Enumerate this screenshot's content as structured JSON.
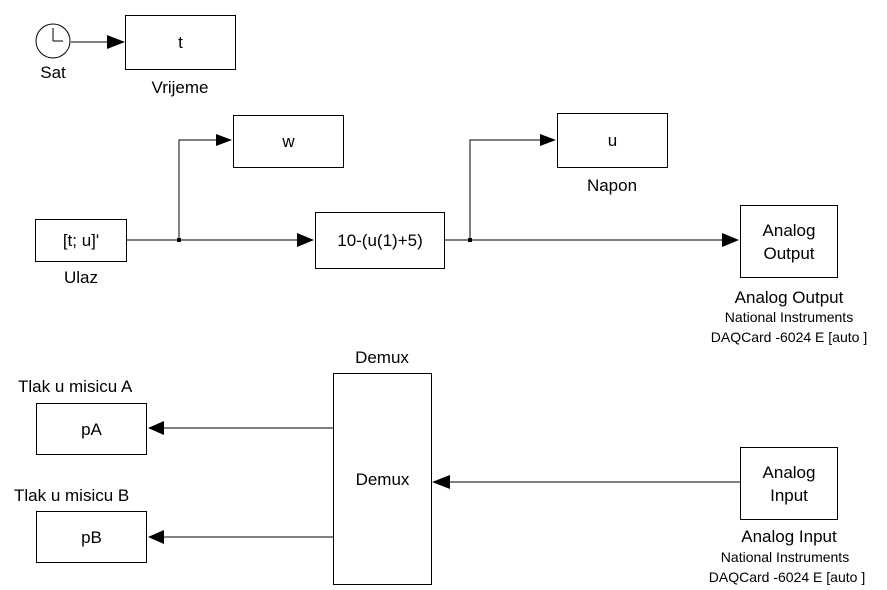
{
  "blocks": {
    "sat": {
      "label": "Sat"
    },
    "vrijeme": {
      "text": "t",
      "label": "Vrijeme"
    },
    "w": {
      "text": "w"
    },
    "ulaz": {
      "text": "[t; u]'",
      "label": "Ulaz"
    },
    "fcn": {
      "text": "10-(u(1)+5)"
    },
    "napon": {
      "text": "u",
      "label": "Napon"
    },
    "analog_output": {
      "line1": "Analog",
      "line2": "Output",
      "label": "Analog Output",
      "sub1": "National Instruments",
      "sub2": "DAQCard -6024 E [auto ]"
    },
    "demux": {
      "text": "Demux",
      "label": "Demux"
    },
    "pa": {
      "text": "pA",
      "label": "Tlak u misicu A"
    },
    "pb": {
      "text": "pB",
      "label": "Tlak u misicu  B"
    },
    "analog_input": {
      "line1": "Analog",
      "line2": "Input",
      "label": "Analog Input",
      "sub1": "National Instruments",
      "sub2": "DAQCard -6024 E [auto ]"
    }
  }
}
